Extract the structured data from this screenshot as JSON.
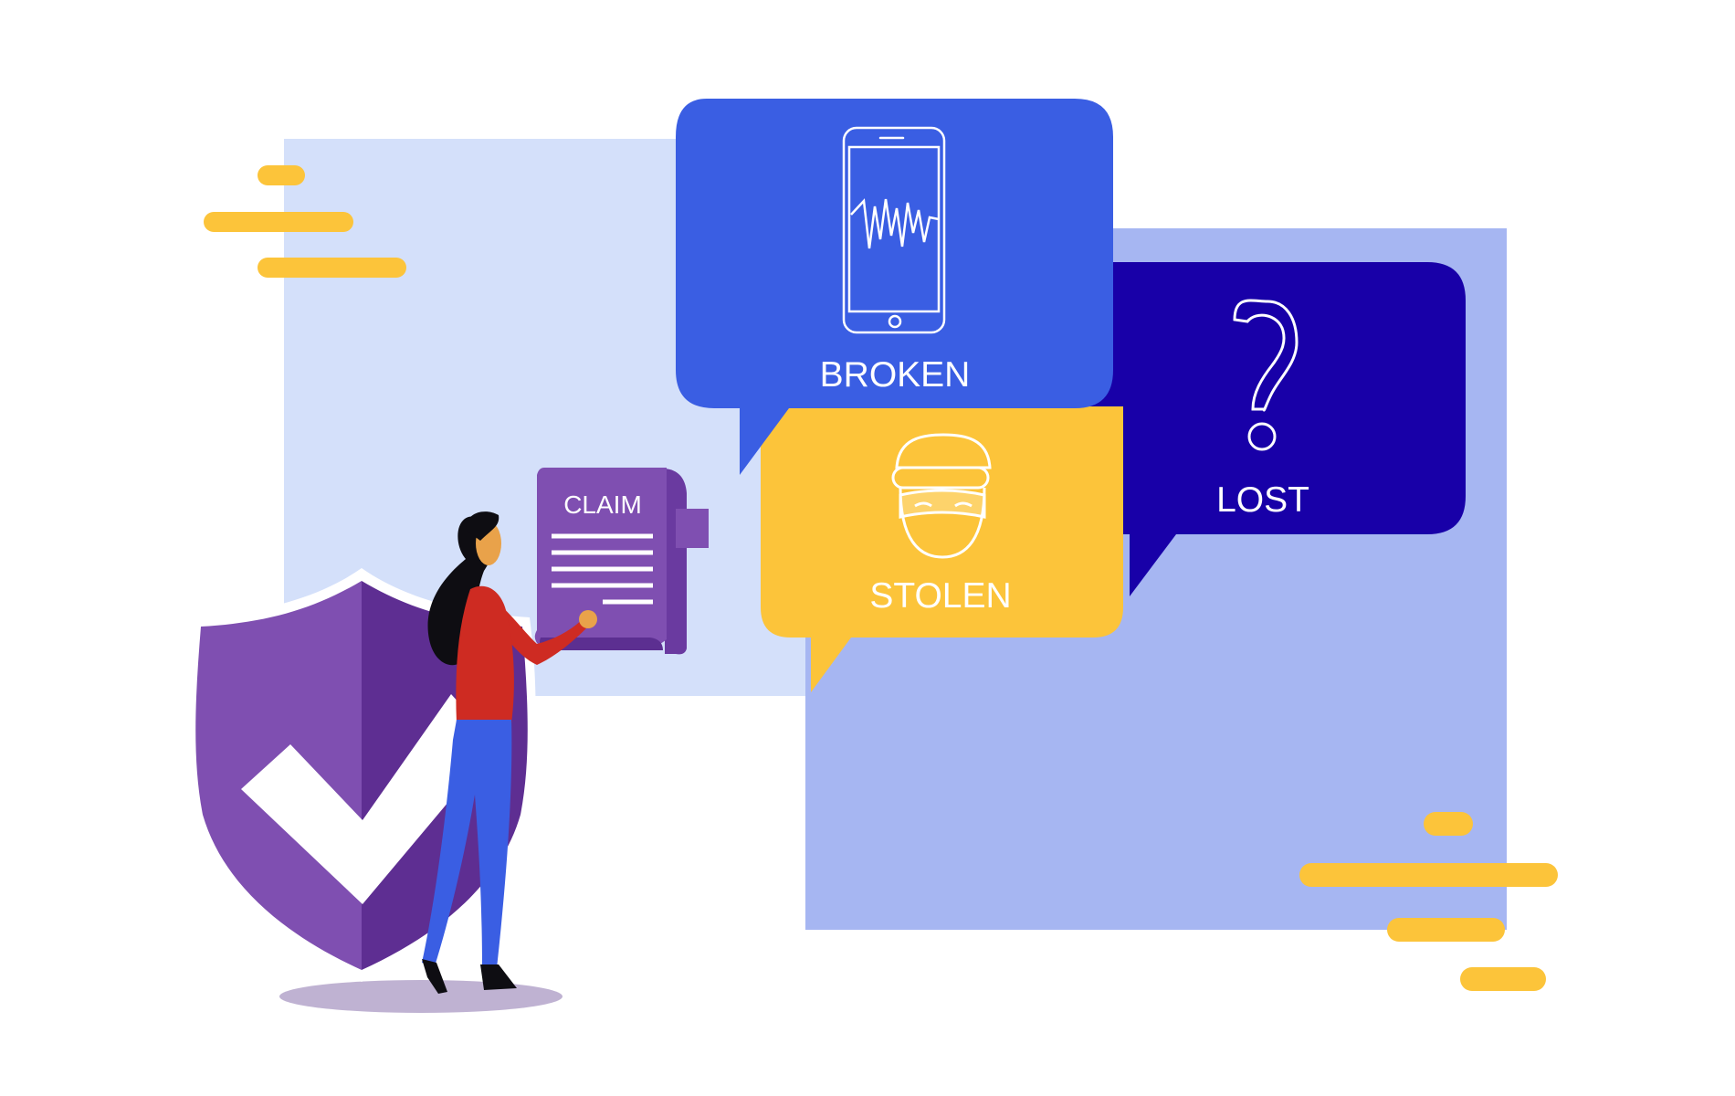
{
  "bubbles": {
    "broken": {
      "label": "BROKEN",
      "color": "#3a5ee3",
      "icon": "smartphone-heartbeat-icon"
    },
    "stolen": {
      "label": "STOLEN",
      "color": "#fcc43a",
      "icon": "masked-thief-icon"
    },
    "lost": {
      "label": "LOST",
      "color": "#1800a8",
      "icon": "question-mark-icon"
    }
  },
  "claim_document": {
    "title": "CLAIM",
    "color": "#7f4fb1"
  },
  "shield": {
    "color": "#7f4fb1",
    "icon": "checkmark-icon"
  },
  "colors": {
    "panel_light": "#d4e0fa",
    "panel_mid": "#a6b6f2",
    "accent_yellow": "#fcc43a"
  }
}
